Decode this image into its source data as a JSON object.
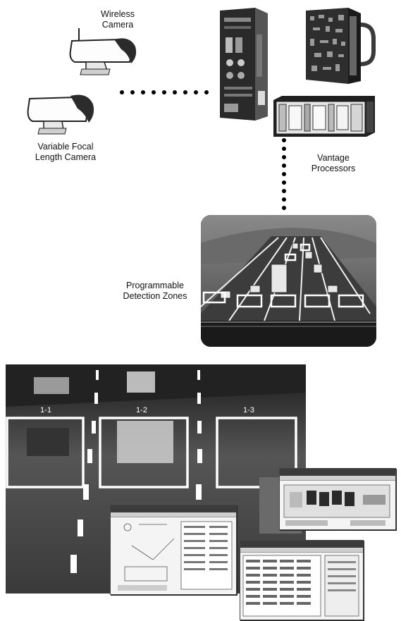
{
  "diagram": {
    "labels": {
      "wireless_camera": "Wireless\nCamera",
      "variable_camera": "Variable Focal\nLength Camera",
      "processors": "Vantage\nProcessors",
      "zones": "Programmable\nDetection Zones"
    },
    "zone_ids": [
      "1-1",
      "1-2",
      "1-3"
    ]
  }
}
